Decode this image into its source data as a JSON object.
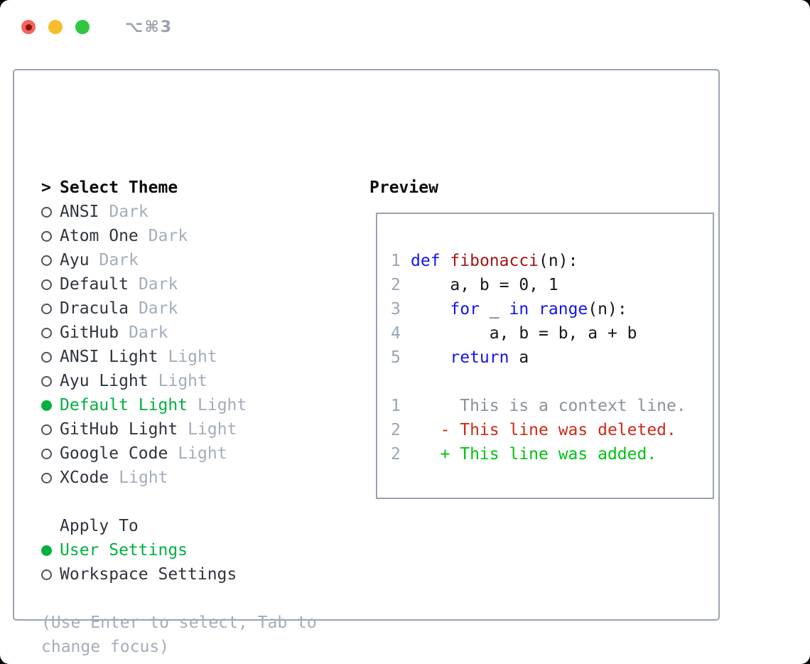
{
  "window": {
    "title": "⌥⌘3"
  },
  "titlebar_icons": [
    "close-icon",
    "minimize-icon",
    "zoom-icon"
  ],
  "theme_picker": {
    "prompt": ">",
    "title": "Select Theme",
    "items": [
      {
        "name": "ANSI",
        "variant": "Dark",
        "selected": false
      },
      {
        "name": "Atom One",
        "variant": "Dark",
        "selected": false
      },
      {
        "name": "Ayu",
        "variant": "Dark",
        "selected": false
      },
      {
        "name": "Default",
        "variant": "Dark",
        "selected": false
      },
      {
        "name": "Dracula",
        "variant": "Dark",
        "selected": false
      },
      {
        "name": "GitHub",
        "variant": "Dark",
        "selected": false
      },
      {
        "name": "ANSI Light",
        "variant": "Light",
        "selected": false
      },
      {
        "name": "Ayu Light",
        "variant": "Light",
        "selected": false
      },
      {
        "name": "Default Light",
        "variant": "Light",
        "selected": true
      },
      {
        "name": "GitHub Light",
        "variant": "Light",
        "selected": false
      },
      {
        "name": "Google Code",
        "variant": "Light",
        "selected": false
      },
      {
        "name": "XCode",
        "variant": "Light",
        "selected": false
      }
    ],
    "apply_to": {
      "title": "Apply To",
      "options": [
        {
          "label": "User Settings",
          "selected": true
        },
        {
          "label": "Workspace Settings",
          "selected": false
        }
      ]
    },
    "help": "(Use Enter to select, Tab to change focus)"
  },
  "preview": {
    "title": "Preview",
    "code_lines": [
      {
        "number": "1",
        "segments": [
          {
            "t": "def",
            "c": "kw"
          },
          {
            "t": " ",
            "c": "plain"
          },
          {
            "t": "fibonacci",
            "c": "fn"
          },
          {
            "t": "(n):",
            "c": "plain"
          }
        ]
      },
      {
        "number": "2",
        "segments": [
          {
            "t": "    a, b = 0, 1",
            "c": "plain"
          }
        ]
      },
      {
        "number": "3",
        "segments": [
          {
            "t": "    ",
            "c": "plain"
          },
          {
            "t": "for",
            "c": "kw"
          },
          {
            "t": " _ ",
            "c": "plain"
          },
          {
            "t": "in",
            "c": "kw"
          },
          {
            "t": " ",
            "c": "plain"
          },
          {
            "t": "range",
            "c": "kw"
          },
          {
            "t": "(n):",
            "c": "plain"
          }
        ]
      },
      {
        "number": "4",
        "segments": [
          {
            "t": "        a, b = b, a + b",
            "c": "plain"
          }
        ]
      },
      {
        "number": "5",
        "segments": [
          {
            "t": "    ",
            "c": "plain"
          },
          {
            "t": "return",
            "c": "kw"
          },
          {
            "t": " a",
            "c": "plain"
          }
        ]
      },
      {
        "number": "",
        "segments": []
      },
      {
        "number": "1",
        "segments": [
          {
            "t": "     This is a context line.",
            "c": "ctx"
          }
        ]
      },
      {
        "number": "2",
        "segments": [
          {
            "t": "   - This line was deleted.",
            "c": "del"
          }
        ]
      },
      {
        "number": "2",
        "segments": [
          {
            "t": "   + This line was added.",
            "c": "add"
          }
        ]
      }
    ]
  },
  "colors": {
    "selected_green": "#00b140",
    "diff_added_green": "#00c212",
    "diff_deleted_red": "#cb2b19",
    "keyword_blue": "#1414f0",
    "function_maroon": "#a31515",
    "context_gray": "#8b9299",
    "muted_gray": "#a4adba",
    "line_number_gray": "#9aa5b3",
    "border_gray": "#9aa3ae",
    "traffic_red": "#f4635c",
    "traffic_yellow": "#f7bd2d",
    "traffic_green": "#33c53f"
  }
}
